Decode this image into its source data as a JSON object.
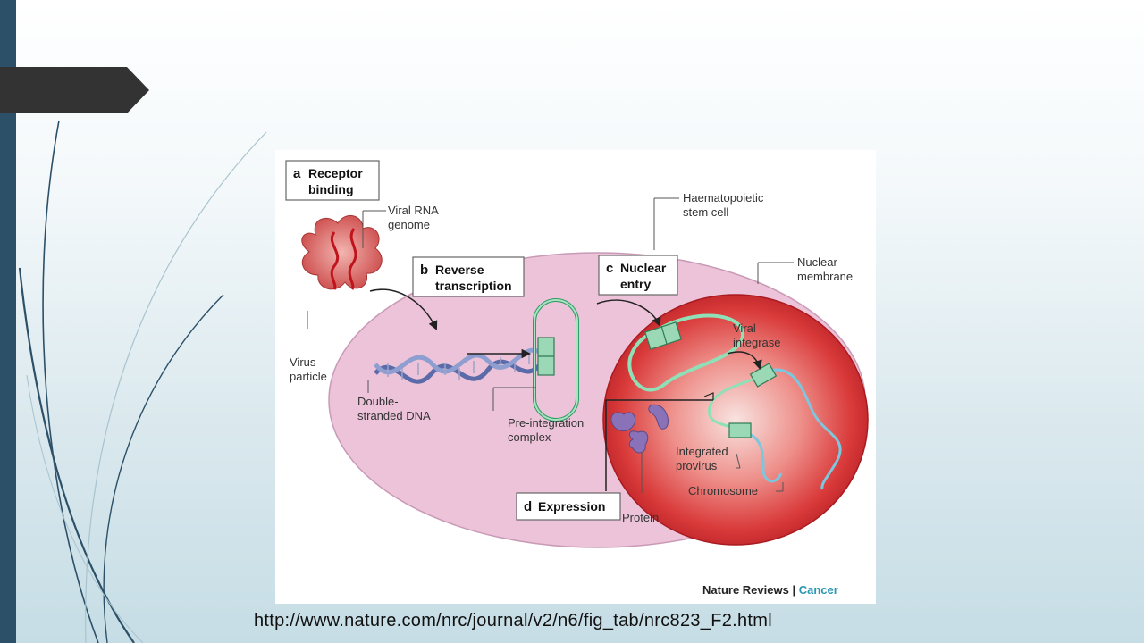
{
  "slide": {
    "url": "http://www.nature.com/nrc/journal/v2/n6/fig_tab/nrc823_F2.html"
  },
  "diagram": {
    "steps": {
      "a": {
        "letter": "a",
        "line1": "Receptor",
        "line2": "binding"
      },
      "b": {
        "letter": "b",
        "line1": "Reverse",
        "line2": "transcription"
      },
      "c": {
        "letter": "c",
        "line1": "Nuclear",
        "line2": "entry"
      },
      "d": {
        "letter": "d",
        "line1": "Expression"
      }
    },
    "labels": {
      "viral_rna_1": "Viral RNA",
      "viral_rna_2": "genome",
      "haem_1": "Haematopoietic",
      "haem_2": "stem cell",
      "nuclear_membrane_1": "Nuclear",
      "nuclear_membrane_2": "membrane",
      "virus_particle_1": "Virus",
      "virus_particle_2": "particle",
      "dsdna_1": "Double-",
      "dsdna_2": "stranded DNA",
      "pic_1": "Pre-integration",
      "pic_2": "complex",
      "integrase_1": "Viral",
      "integrase_2": "integrase",
      "provirus_1": "Integrated",
      "provirus_2": "provirus",
      "chromosome": "Chromosome",
      "protein": "Protein"
    },
    "credit": {
      "publisher": "Nature Reviews",
      "separator": " | ",
      "journal": "Cancer"
    },
    "colors": {
      "cell": "#ecc3d9",
      "nucleus": "#d93a3a",
      "virus": "#c94444",
      "rna": "#c0141c",
      "dna": "#6f7fb8",
      "complex": "#87d0a8",
      "chromosome": "#7cc7de",
      "protein": "#8a72b8",
      "journal": "#2a97b4"
    }
  }
}
